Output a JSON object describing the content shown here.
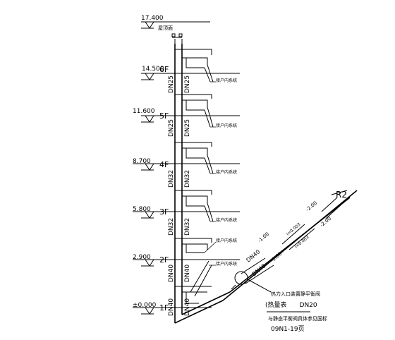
{
  "roof": {
    "elevation": "17.400",
    "label": "屋顶面"
  },
  "floors": [
    {
      "elevation": "14.500",
      "label": "6F",
      "pipe": "DN25",
      "pipe2": "DN25",
      "branch": "接户内系统"
    },
    {
      "elevation": "11.600",
      "label": "5F",
      "pipe": "DN25",
      "pipe2": "DN25",
      "branch": "接户内系统"
    },
    {
      "elevation": "8.700",
      "label": "4F",
      "pipe": "DN32",
      "pipe2": "DN32",
      "branch": "接户内系统"
    },
    {
      "elevation": "5.800",
      "label": "3F",
      "pipe": "DN32",
      "pipe2": "DN32",
      "branch": "接户内系统"
    },
    {
      "elevation": "2.900",
      "label": "2F",
      "pipe": "DN40",
      "pipe2": "DN40",
      "branch": "接户内系统"
    },
    {
      "elevation": "±0.000",
      "label": "1F",
      "pipe": "DN40",
      "pipe2": "DN40",
      "branch": "接户内系统"
    }
  ],
  "entry": {
    "return_label": "R2",
    "dn40_a": "DN40",
    "dn40_b": "DN40",
    "depth_a": "-1.00",
    "depth_b": "-1.60",
    "depth_c": "-2.00",
    "depth_d": "-2.00",
    "slope_a": "i=0.003",
    "slope_b": "i=0.003",
    "note_line1": "热力入口装置静平衡阀",
    "note_line2": "(热量表　　DN20",
    "note_line3": "与静态平衡阀具体参见国标",
    "note_line4": "09N1-19页"
  }
}
